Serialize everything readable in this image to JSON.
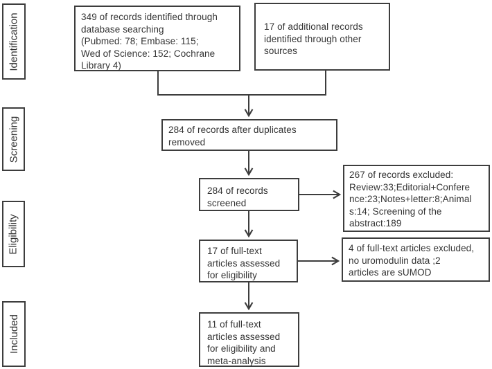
{
  "diagram": {
    "title_semantic": "prisma-flow-diagram",
    "colors": {
      "line": "#3d3d3d",
      "text": "#333333",
      "background": "#ffffff"
    },
    "stages": [
      {
        "label": "Identification"
      },
      {
        "label": "Screening"
      },
      {
        "label": "Eligibility"
      },
      {
        "label": "Included"
      }
    ],
    "nodes": {
      "db_search": [
        "349 of records identified through",
        "database searching",
        "(Pubmed: 78; Embase: 115;",
        "Wed of Science: 152; Cochrane",
        "Library 4)"
      ],
      "other_sources": [
        "17 of additional records",
        "identified through other",
        "sources"
      ],
      "after_duplicates": [
        "284 of records after duplicates",
        "removed"
      ],
      "screened": [
        "284 of records",
        "screened"
      ],
      "fulltext_assessed": [
        "17 of full-text",
        "articles assessed",
        "for eligibility"
      ],
      "included": [
        "11 of full-text",
        "articles assessed",
        "for eligibility and",
        "meta-analysis"
      ],
      "records_excluded": [
        "267 of records excluded:",
        "Review:33;Editorial+Confere",
        "nce:23;Notes+letter:8;Animal",
        "s:14; Screening of the",
        "abstract:189"
      ],
      "fulltext_excluded": [
        "4 of full-text articles excluded,",
        "no uromodulin data ;2",
        "articles are sUMOD"
      ]
    }
  }
}
